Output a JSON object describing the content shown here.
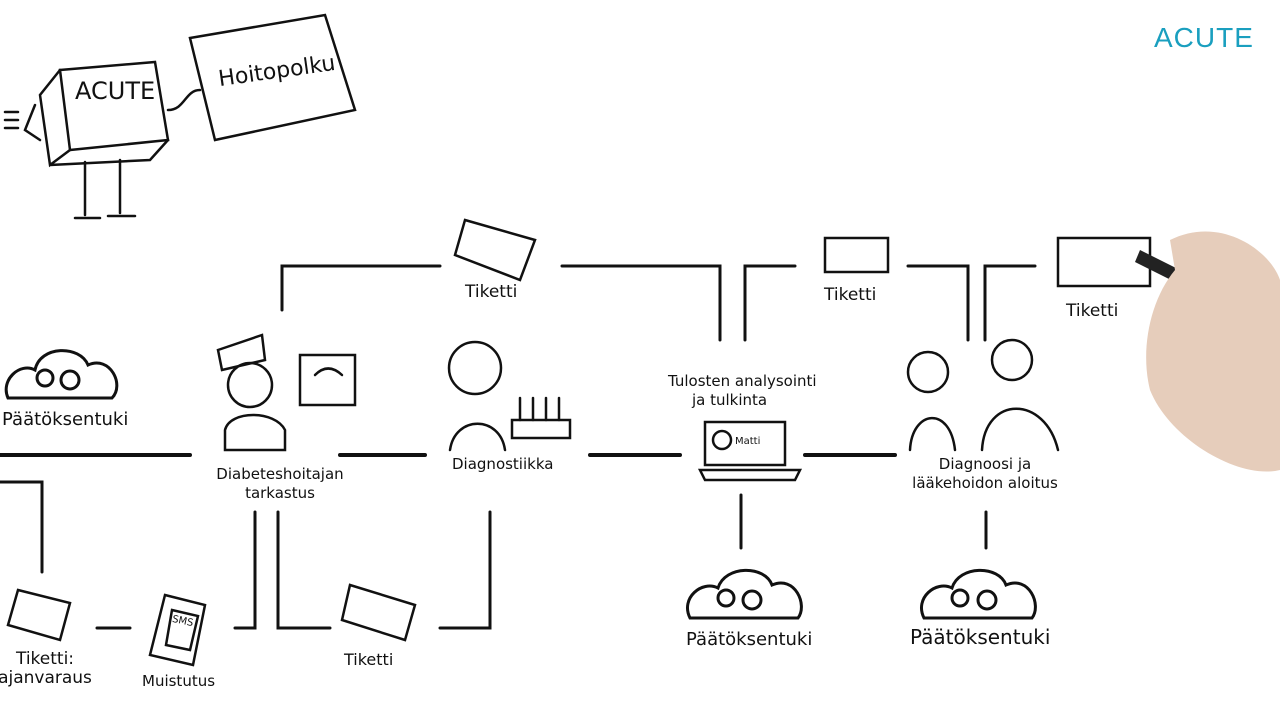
{
  "brand": {
    "logo": "ACUTE",
    "color": "#1a9fbf"
  },
  "character": {
    "box_label": "ACUTE",
    "sign_label": "Hoitopolku"
  },
  "nodes": {
    "decision_support_left": "Päätöksentuki",
    "nurse_check": [
      "Diabeteshoitajan",
      "tarkastus"
    ],
    "diagnostics": "Diagnostiikka",
    "analysis": [
      "Tulosten analysointi",
      "ja tulkinta"
    ],
    "patient_name": "Matti",
    "diagnosis": [
      "Diagnoosi ja",
      "lääkehoidon aloitus"
    ],
    "decision_support_mid": "Päätöksentuki",
    "decision_support_right": "Päätöksentuki"
  },
  "tickets": {
    "top1": "Tiketti",
    "top2": "Tiketti",
    "top3": "Tiketti",
    "bottom": "Tiketti",
    "booking": [
      "Tiketti:",
      "ajanvaraus"
    ]
  },
  "reminder": {
    "label": "Muistutus",
    "phone_text": "SMS"
  },
  "icons": [
    "ticket-icon",
    "cloud-gears-icon",
    "nurse-icon",
    "scale-icon",
    "lab-tubes-icon",
    "laptop-icon",
    "doctors-icon",
    "phone-sms-icon",
    "hand-pen-icon"
  ]
}
